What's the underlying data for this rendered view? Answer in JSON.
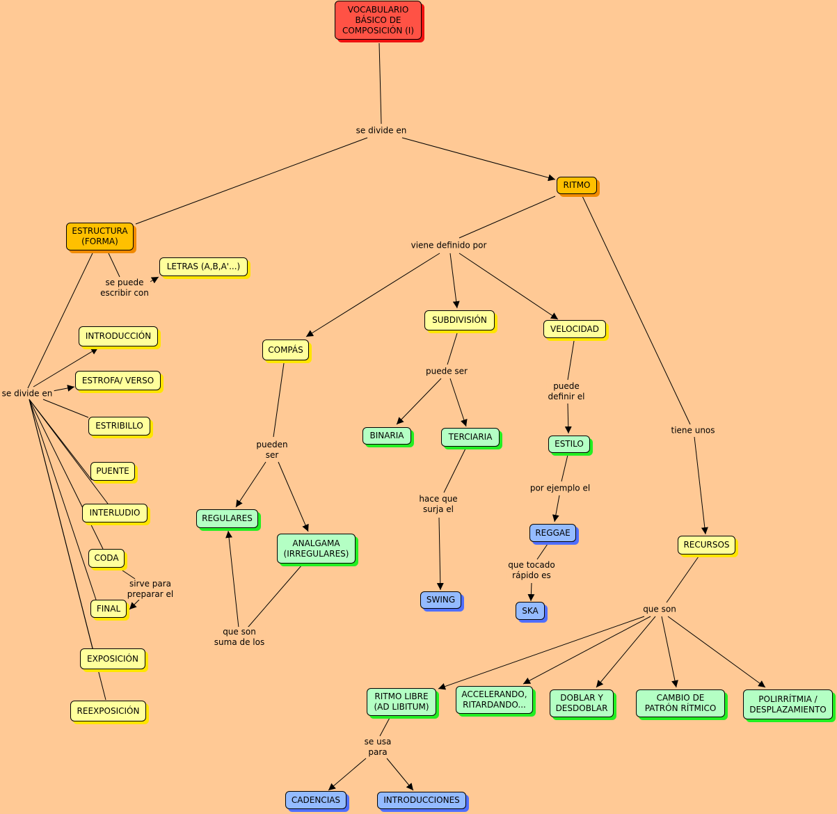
{
  "colors": {
    "background": "#ffc995",
    "root": "#ff5245",
    "level1": "#ffc000",
    "concept": "#ffff9c",
    "subconcept": "#b4ffc4",
    "example": "#94bbff",
    "line": "#000000"
  },
  "concepts": {
    "root": "VOCABULARIO\nBÁSICO DE\nCOMPOSICIÓN (I)",
    "estructura": "ESTRUCTURA\n(FORMA)",
    "ritmo": "RITMO",
    "letras": "LETRAS (A,B,A'...)",
    "introduccion": "INTRODUCCIÓN",
    "estrofa": "ESTROFA/ VERSO",
    "estribillo": "ESTRIBILLO",
    "puente": "PUENTE",
    "interludio": "INTERLUDIO",
    "coda": "CODA",
    "final": "FINAL",
    "exposicion": "EXPOSICIÓN",
    "reexposicion": "REEXPOSICIÓN",
    "compas": "COMPÁS",
    "subdivision": "SUBDIVISIÓN",
    "velocidad": "VELOCIDAD",
    "regulares": "REGULARES",
    "analgama": "ANALGAMA\n(IRREGULARES)",
    "binaria": "BINARIA",
    "terciaria": "TERCIARIA",
    "swing": "SWING",
    "estilo": "ESTILO",
    "reggae": "REGGAE",
    "ska": "SKA",
    "recursos": "RECURSOS",
    "ritmo_libre": "RITMO LIBRE\n(AD LIBITUM)",
    "accelerando": "ACCELERANDO,\nRITARDANDO...",
    "doblar": "DOBLAR Y\nDESDOBLAR",
    "cambio": "CAMBIO DE\nPATRÓN RÍTMICO",
    "polirritmia": "POLIRRÍTMIA /\nDESPLAZAMIENTO",
    "cadencias": "CADENCIAS",
    "introducciones": "INTRODUCCIONES"
  },
  "links": {
    "se_divide_en_root": "se divide en",
    "se_puede_escribir": "se puede\nescribir con",
    "se_divide_en_estructura": "se divide en",
    "sirve_para": "sirve para\npreparar el",
    "viene_definido": "viene definido por",
    "tiene_unos": "tiene unos",
    "pueden_ser": "pueden\nser",
    "que_son_suma": "que son\nsuma de los",
    "puede_ser": "puede ser",
    "hace_que": "hace que\nsurja el",
    "puede_definir": "puede\ndefinir el",
    "por_ejemplo": "por ejemplo el",
    "que_tocado": "que tocado\nrápido es",
    "que_son": "que son",
    "se_usa_para": "se usa\npara"
  }
}
